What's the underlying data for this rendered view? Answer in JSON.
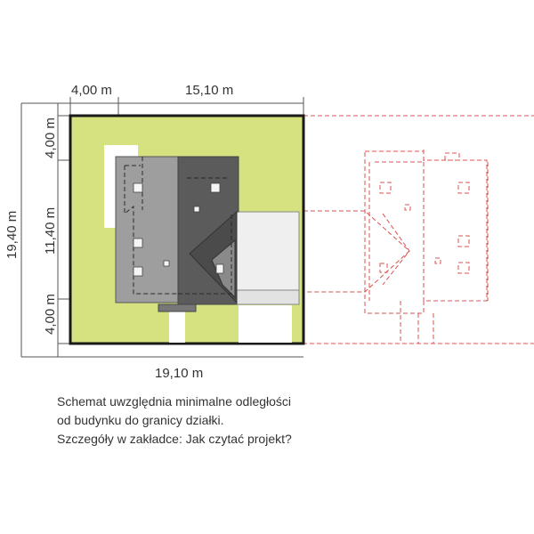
{
  "dimensions": {
    "top_left": "4,00 m",
    "top_right": "15,10 m",
    "left_total": "19,40 m",
    "left_top": "4,00 m",
    "left_middle": "11,40 m",
    "left_bottom": "4,00 m",
    "bottom": "19,10 m"
  },
  "note": {
    "line1": "Schemat uwzględnia minimalne odległości",
    "line2": "od budynku do granicy działki.",
    "line3": "Szczegóły w zakładce: Jak czytać projekt?"
  },
  "colors": {
    "plot_fill": "#d6e27f",
    "plot_border": "#1a1a1a",
    "roof_light": "#9e9e9e",
    "roof_dark": "#5b5b5b",
    "garage_roof": "#efefef",
    "neighbor_outline": "#d9534f",
    "text": "#333333"
  }
}
